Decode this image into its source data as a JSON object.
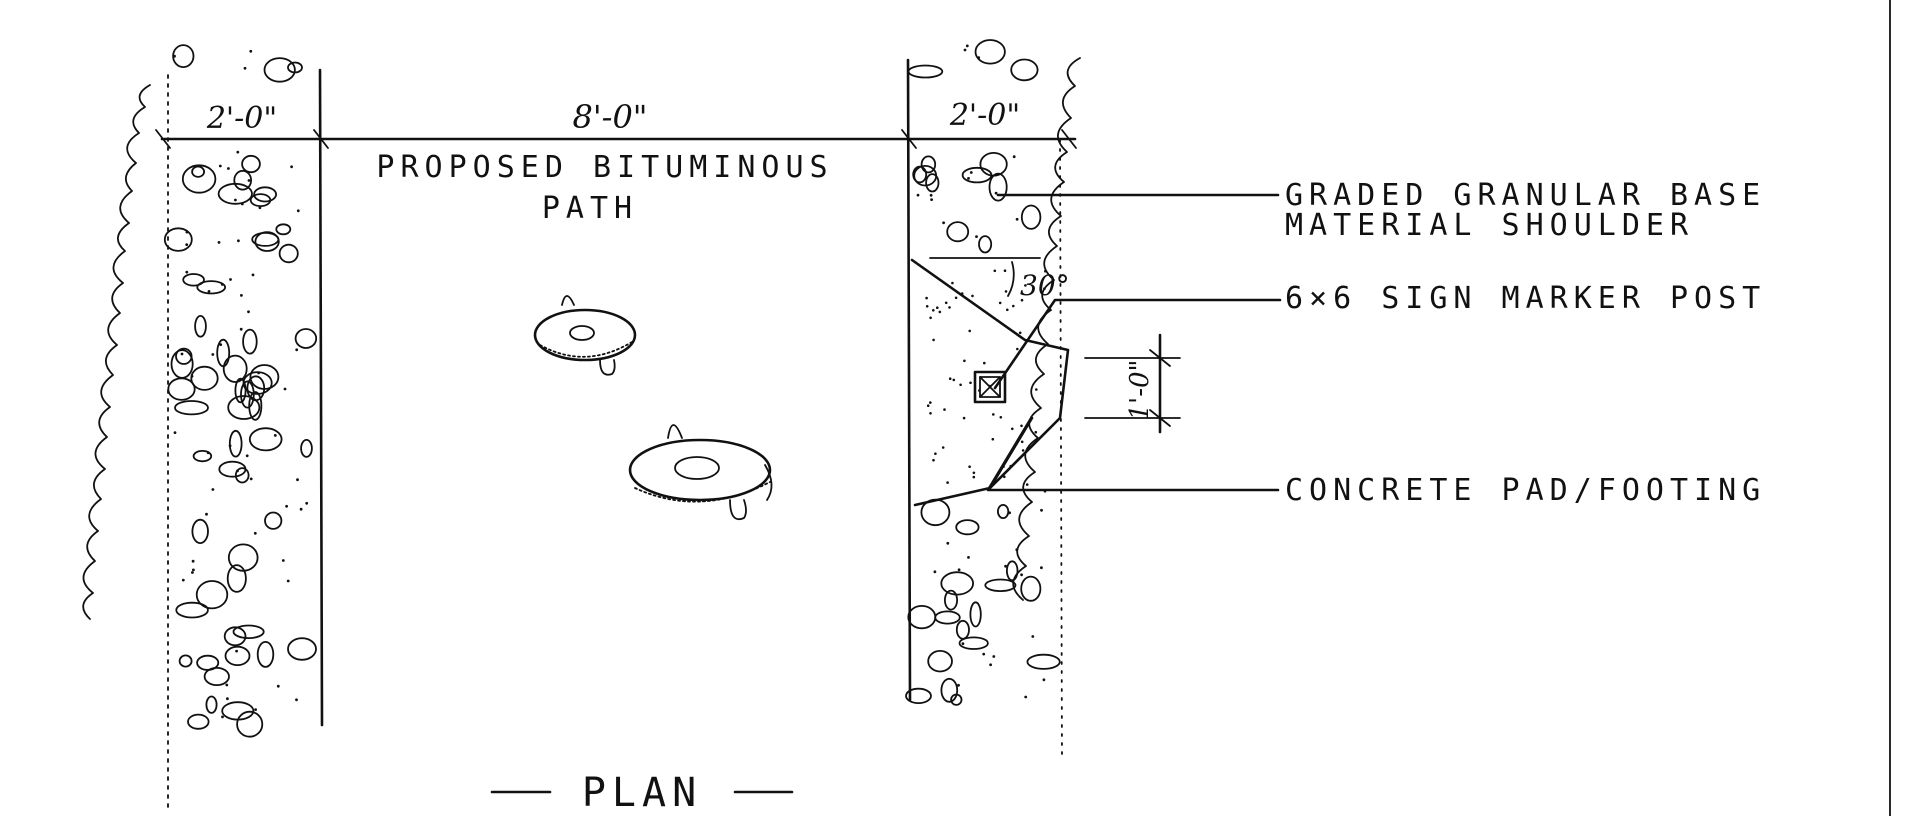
{
  "drawing": {
    "dimensions": {
      "left_shoulder": "2'-0\"",
      "path_width": "8'-0\"",
      "right_shoulder": "2'-0\"",
      "post_offset": "1'-0\"",
      "angle": "30°"
    },
    "path_label": {
      "line1": "PROPOSED BITUMINOUS",
      "line2": "PATH"
    },
    "callouts": {
      "base_line1": "GRADED GRANULAR BASE",
      "base_line2": "MATERIAL SHOULDER",
      "post": "6×6 SIGN MARKER POST",
      "pad": "CONCRETE PAD/FOOTING"
    },
    "view_title": "PLAN"
  }
}
